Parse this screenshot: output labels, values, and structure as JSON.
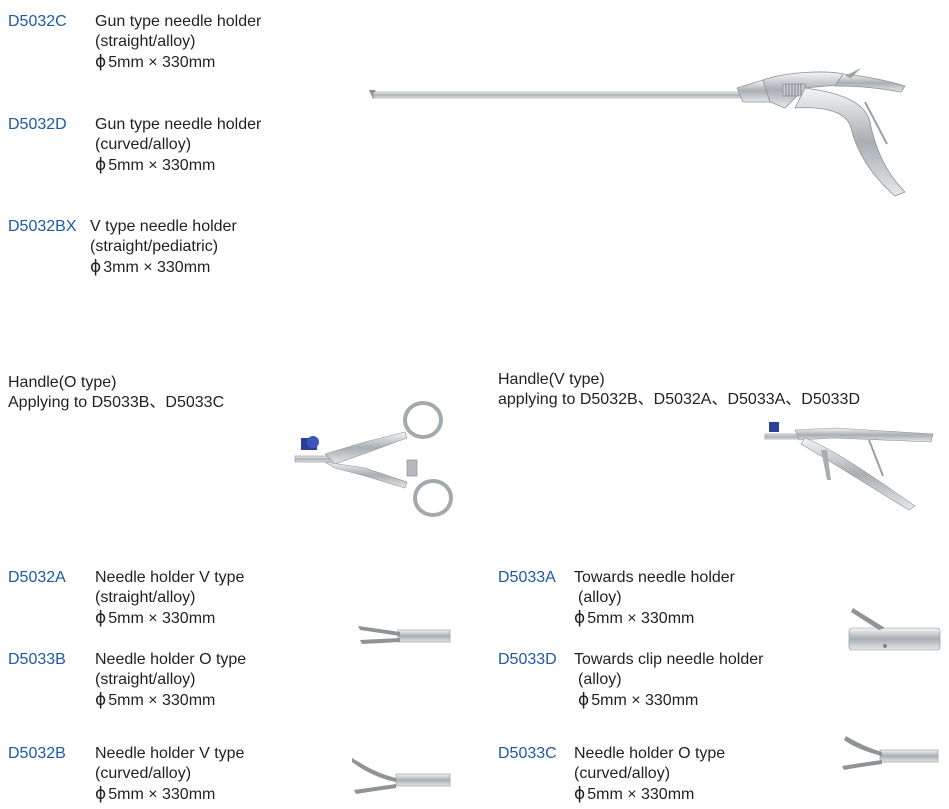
{
  "colors": {
    "code": "#1c5aa6",
    "text": "#231f20",
    "metal": "#b8bcc0",
    "blue_knob": "#2b3f9a"
  },
  "phi_symbol": "ϕ",
  "top_list": [
    {
      "code": "D5032C",
      "name": "Gun type needle holder",
      "detail": "(straight/alloy)",
      "spec": "5mm × 330mm"
    },
    {
      "code": "D5032D",
      "name": "Gun type needle holder",
      "detail": "(curved/alloy)",
      "spec": "5mm × 330mm"
    },
    {
      "code": "D5032BX",
      "name": "V type needle holder",
      "detail": "(straight/pediatric)",
      "spec": "3mm × 330mm"
    }
  ],
  "handles": {
    "o_type": {
      "title": "Handle(O type)",
      "applies": "Applying to D5033B、D5033C"
    },
    "v_type": {
      "title": "Handle(V type)",
      "applies": "applying to D5032B、D5032A、D5033A、D5033D"
    }
  },
  "left_list": [
    {
      "code": "D5032A",
      "name": "Needle holder V type",
      "detail": "(straight/alloy)",
      "spec": "5mm × 330mm"
    },
    {
      "code": "D5033B",
      "name": "Needle holder O type",
      "detail": "(straight/alloy)",
      "spec": "5mm × 330mm"
    },
    {
      "code": "D5032B",
      "name": "Needle holder V type",
      "detail": "(curved/alloy)",
      "spec": "5mm × 330mm"
    }
  ],
  "right_list": [
    {
      "code": "D5033A",
      "name": "Towards needle holder",
      "detail": "(alloy)",
      "spec": "5mm × 330mm"
    },
    {
      "code": "D5033D",
      "name": "Towards clip needle holder",
      "detail": "(alloy)",
      "spec": "5mm × 330mm"
    },
    {
      "code": "D5033C",
      "name": "Needle holder O type",
      "detail": "(curved/alloy)",
      "spec": "5mm × 330mm"
    }
  ],
  "images": {
    "gun_holder": "gun-type-needle-holder-image",
    "o_handle": "o-type-handle-image",
    "v_handle": "v-type-handle-image",
    "tips": [
      "needle-holder-tip-straight",
      "needle-holder-tip-o",
      "needle-holder-tip-curved",
      "towards-holder-tip",
      "towards-clip-tip",
      "curved-o-tip"
    ]
  }
}
